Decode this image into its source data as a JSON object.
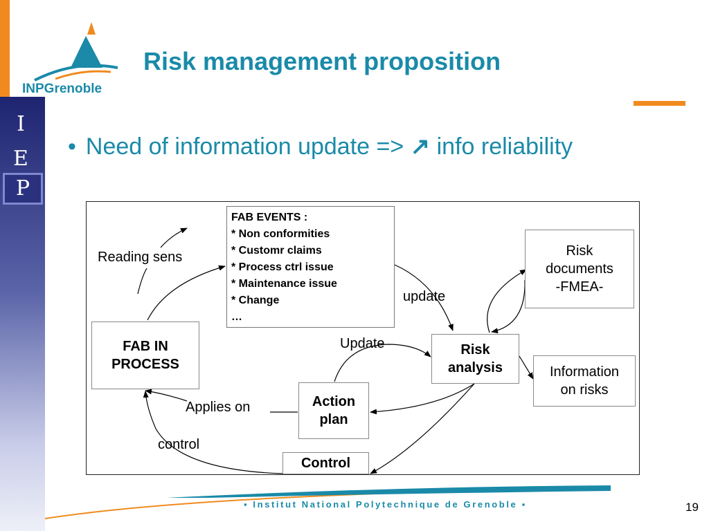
{
  "slide": {
    "title": "Risk management proposition",
    "bullet": "Need of information update => ",
    "bullet_arrow": "↗",
    "bullet_tail": " info reliability",
    "page_number": "19"
  },
  "sidebar": {
    "letters": [
      "I",
      "E",
      "P"
    ]
  },
  "logo": {
    "text": "INPGrenoble"
  },
  "footer": {
    "text": "▪ Institut National Polytechnique de Grenoble ▪"
  },
  "diagram": {
    "fab_events": {
      "lines": [
        "FAB EVENTS :",
        "* Non conformities",
        "* Customr claims",
        "* Process ctrl issue",
        "* Maintenance issue",
        "* Change",
        "…"
      ]
    },
    "fab_in_process": {
      "line1": "FAB IN",
      "line2": "PROCESS"
    },
    "risk_documents": {
      "line1": "Risk",
      "line2": "documents",
      "line3": "-FMEA-"
    },
    "risk_analysis": {
      "line1": "Risk",
      "line2": "analysis"
    },
    "information_on_risks": {
      "line1": "Information",
      "line2": "on risks"
    },
    "action_plan": {
      "line1": "Action",
      "line2": "plan"
    },
    "control": {
      "label": "Control"
    },
    "labels": {
      "reading_sens": "Reading sens",
      "update_small": "update",
      "update_cap": "Update",
      "applies_on": "Applies on",
      "control": "control"
    }
  },
  "colors": {
    "accent": "#1a8aa8",
    "orange": "#f08a1e",
    "navy": "#1e2470"
  },
  "icons": {
    "bullet_arrow": "arrow-up-right-icon"
  }
}
